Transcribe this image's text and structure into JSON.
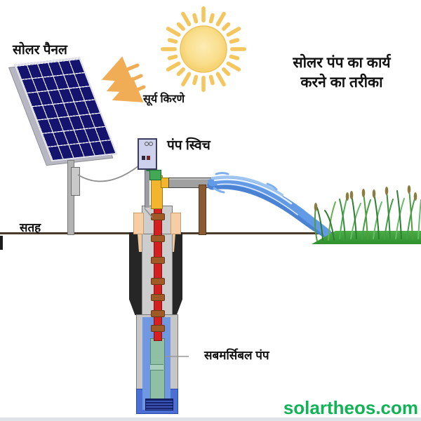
{
  "diagram": {
    "title_line1": "सोलर पंप का कार्य",
    "title_line2": "करने का तरीका",
    "labels": {
      "solar_panel": "सोलर पैनल",
      "sun_rays": "सूर्य किरणे",
      "pump_switch": "पंप स्विच",
      "surface": "सतह",
      "submersible_pump": "सबमर्सिबल पंप"
    },
    "watermark": "solartheos.com",
    "elements": {
      "sun_icon": "sun with radiating golden rays",
      "sunray_arrows_icon": "three orange arrows pointing toward panel",
      "solar_panel_icon": "tilted blue photovoltaic panel on pole",
      "pump_switch_icon": "controller box wired to panel pole",
      "water_spray_icon": "blue water arc from outlet pipe",
      "grass_icon": "green grass patch being irrigated",
      "submersible_pump_icon": "teal pump in borewell water"
    },
    "colors": {
      "watermark_green": "#10b457",
      "panel_cell_blue": "#14146e",
      "pipe_red": "#d42020",
      "pipe_yellow": "#f4b52e",
      "valve_green": "#41a854",
      "sun_gold": "#f4c65f",
      "water_blue": "#639ae6",
      "well_water_blue": "#6f97e2",
      "grass_green": "#3da03d"
    }
  }
}
